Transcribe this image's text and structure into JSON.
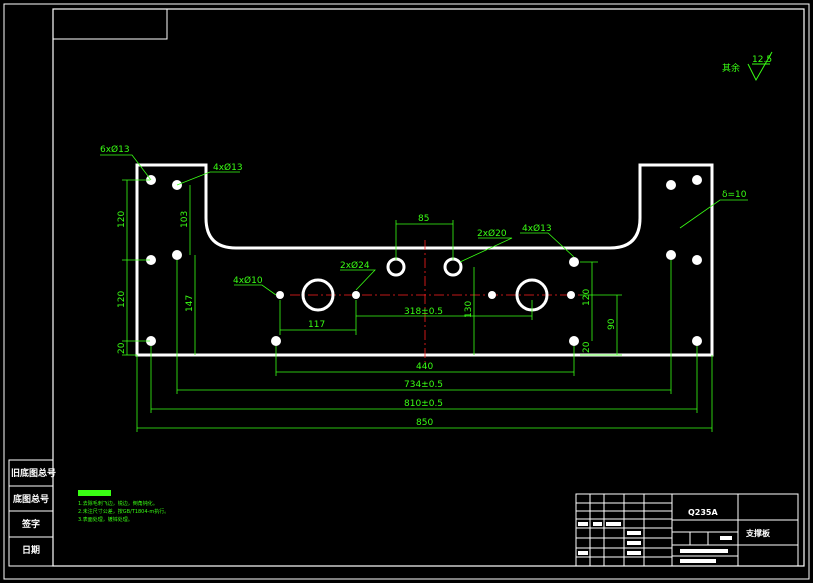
{
  "colors": {
    "background": "#000000",
    "part_outline": "#ffffff",
    "dimension": "#39ff14",
    "centerline": "#ff2020",
    "frame": "#ffffff"
  },
  "roughness": {
    "prefix": "其余",
    "value": "12.5"
  },
  "callouts": {
    "holes_6x13": "6xØ13",
    "holes_4x13_top": "4xØ13",
    "holes_4x10": "4xØ10",
    "holes_2x24": "2xØ24",
    "holes_2x20": "2xØ20",
    "holes_4x13_mid": "4xØ13",
    "thickness": "δ=10"
  },
  "dimensions": {
    "d120_upper": "120",
    "d120_lower": "120",
    "d20": "20",
    "d103": "103",
    "d147": "147",
    "d85": "85",
    "d117": "117",
    "d318": "318±0.5",
    "d130": "130",
    "d120_right": "120",
    "d90": "90",
    "d20_right": "20",
    "d440": "440",
    "d734": "734±0.5",
    "d810": "810±0.5",
    "d850": "850"
  },
  "notes": [
    "1.去除毛刺飞边，锐边，倒角钝化。",
    "2.未注尺寸公差，按GB/T1804-m执行。",
    "3.表面处理，镀锌处理。"
  ],
  "side_table": {
    "row1": "旧底图总号",
    "row2": "底图总号",
    "row3": "签字",
    "row4": "日期"
  },
  "title_block": {
    "material": "Q235A",
    "part_name": "支撑板"
  }
}
